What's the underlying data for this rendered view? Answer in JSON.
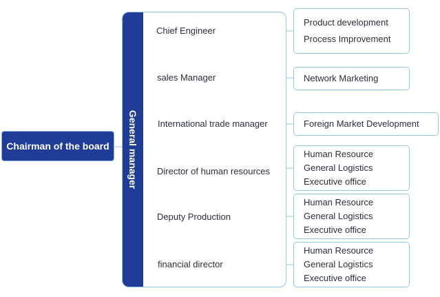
{
  "root": {
    "label": "Chairman of the board"
  },
  "general_manager": {
    "label": "General manager"
  },
  "positions": [
    {
      "label": "Chief Engineer",
      "departments": [
        "Product development",
        "Process Improvement"
      ]
    },
    {
      "label": "sales Manager",
      "departments": [
        "Network Marketing"
      ]
    },
    {
      "label": "International trade manager",
      "departments": [
        "Foreign Market Development"
      ]
    },
    {
      "label": "Director of human resources",
      "departments": [
        "Human Resource",
        "General Logistics",
        "Executive office"
      ]
    },
    {
      "label": "Deputy Production",
      "departments": [
        "Human Resource",
        "General Logistics",
        "Executive office"
      ]
    },
    {
      "label": "financial director",
      "departments": [
        "Human Resource",
        "General Logistics",
        "Executive office"
      ]
    }
  ],
  "colors": {
    "node_fill": "#1f3d96",
    "border": "#8fc6e4",
    "connector": "#8fc6e4",
    "text": "#2a2f3a"
  }
}
